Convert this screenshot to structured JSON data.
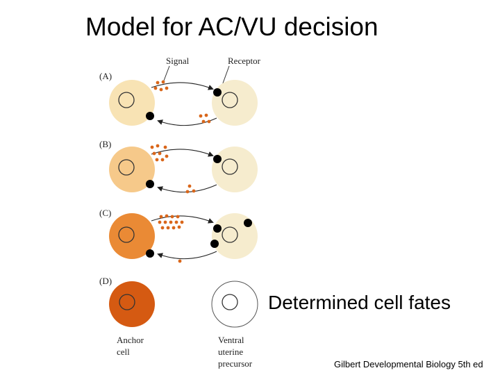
{
  "title": "Model for AC/VU decision",
  "labels": {
    "signal": "Signal",
    "receptor": "Receptor",
    "determined": "Determined cell fates",
    "credit": "Gilbert Developmental Biology 5th ed"
  },
  "panels": [
    "(A)",
    "(B)",
    "(C)",
    "(D)"
  ],
  "cell_names": {
    "anchor_line1": "Anchor",
    "anchor_line2": "cell",
    "vu_line1": "Ventral",
    "vu_line2": "uterine",
    "vu_line3": "precursor"
  },
  "colors": {
    "cell_pale": "#f8e3b4",
    "cell_light_orange": "#f6c98a",
    "cell_orange": "#ea8a35",
    "cell_dark_orange": "#d55a12",
    "cell_vu": "#f6ecce",
    "cell_vu_white": "#ffffff",
    "signal_dot": "#d9661a",
    "receptor": "#000000"
  }
}
